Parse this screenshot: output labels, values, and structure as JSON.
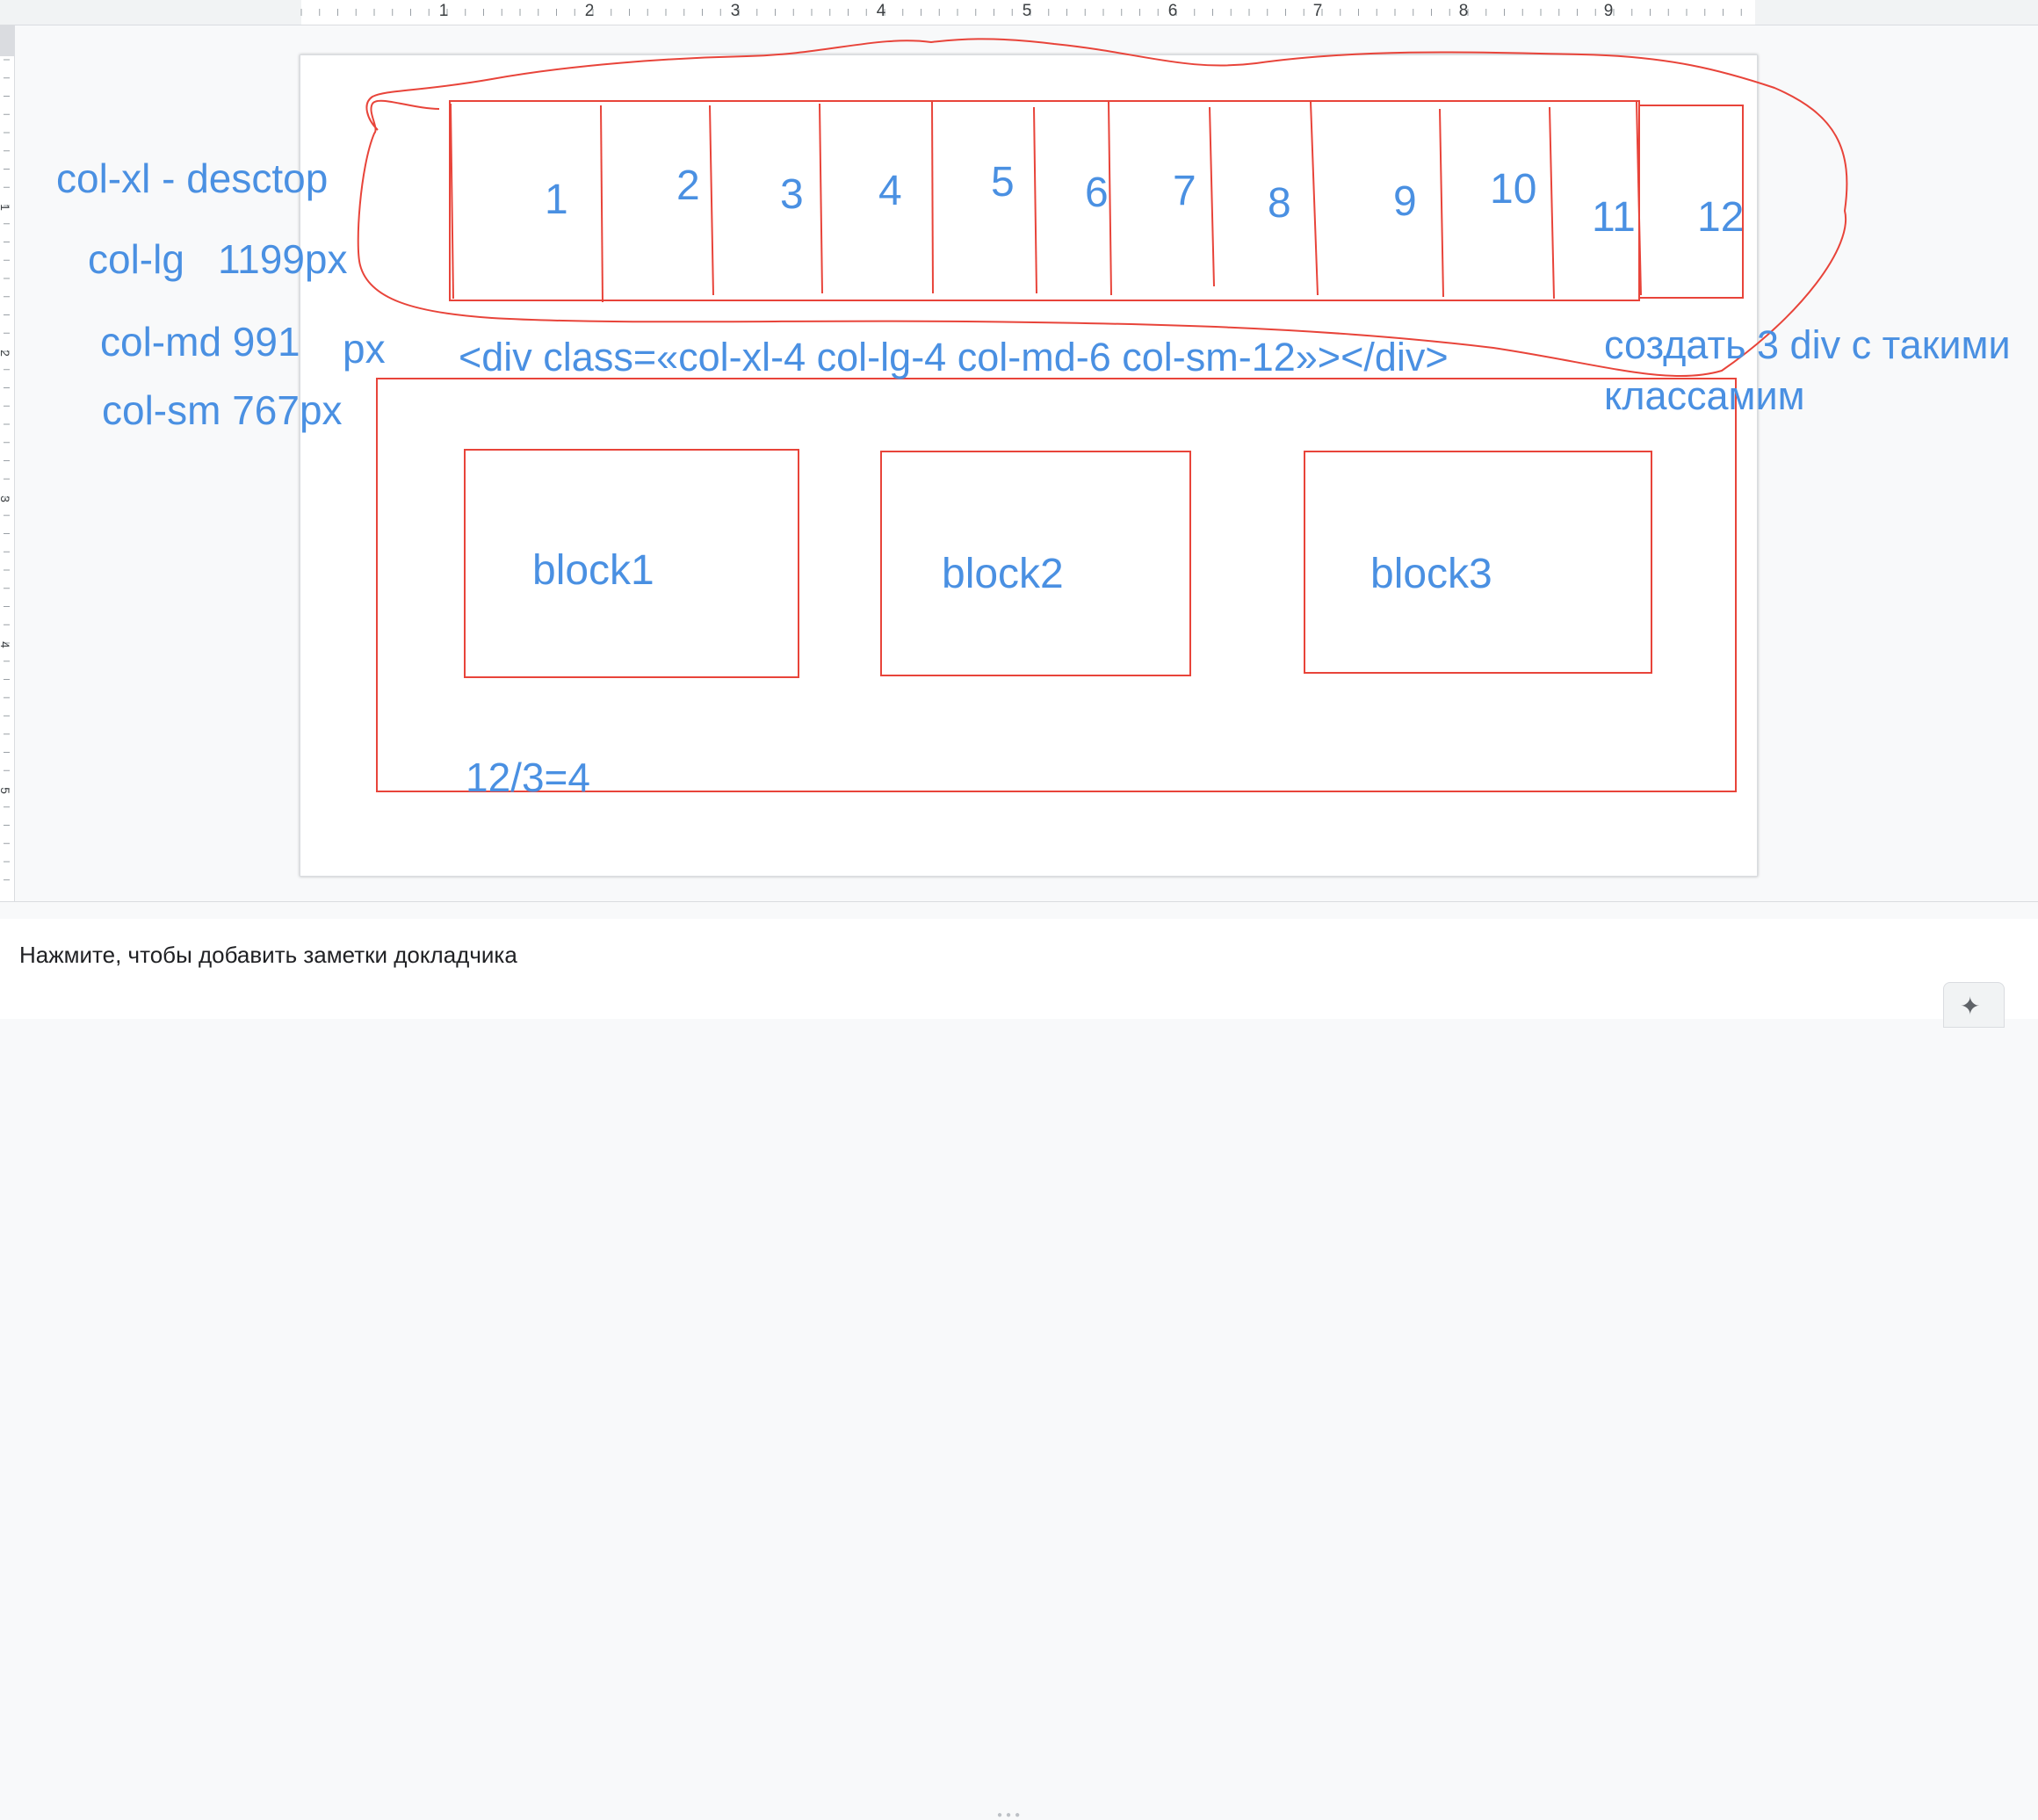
{
  "ruler": {
    "top_numbers": [
      "1",
      "2",
      "3",
      "4",
      "5",
      "6",
      "7",
      "8",
      "9"
    ],
    "left_numbers": [
      "1",
      "2",
      "3",
      "4",
      "5"
    ]
  },
  "slide": {
    "breakpoints": {
      "xl": "col-xl - desctop",
      "lg_label": "col-lg",
      "lg_value": "1199px",
      "md_label": "col-md 991",
      "md_unit": "px",
      "sm": "col-sm 767px"
    },
    "grid_numbers": [
      "1",
      "2",
      "3",
      "4",
      "5",
      "6",
      "7",
      "8",
      "9",
      "10",
      "11",
      "12"
    ],
    "code_line": "<div class=«col-xl-4 col-lg-4 col-md-6 col-sm-12»></div>",
    "instruction_line1": "создать 3 div с такими",
    "instruction_line2": "классамим",
    "blocks": [
      "block1",
      "block2",
      "block3"
    ],
    "formula": "12/3=4"
  },
  "notes": {
    "placeholder": "Нажмите, чтобы добавить заметки докладчика"
  },
  "colors": {
    "annotation_blue": "#4a90e2",
    "annotation_red": "#e8443a"
  },
  "icons": {
    "notes_button": "sparkle-icon"
  }
}
